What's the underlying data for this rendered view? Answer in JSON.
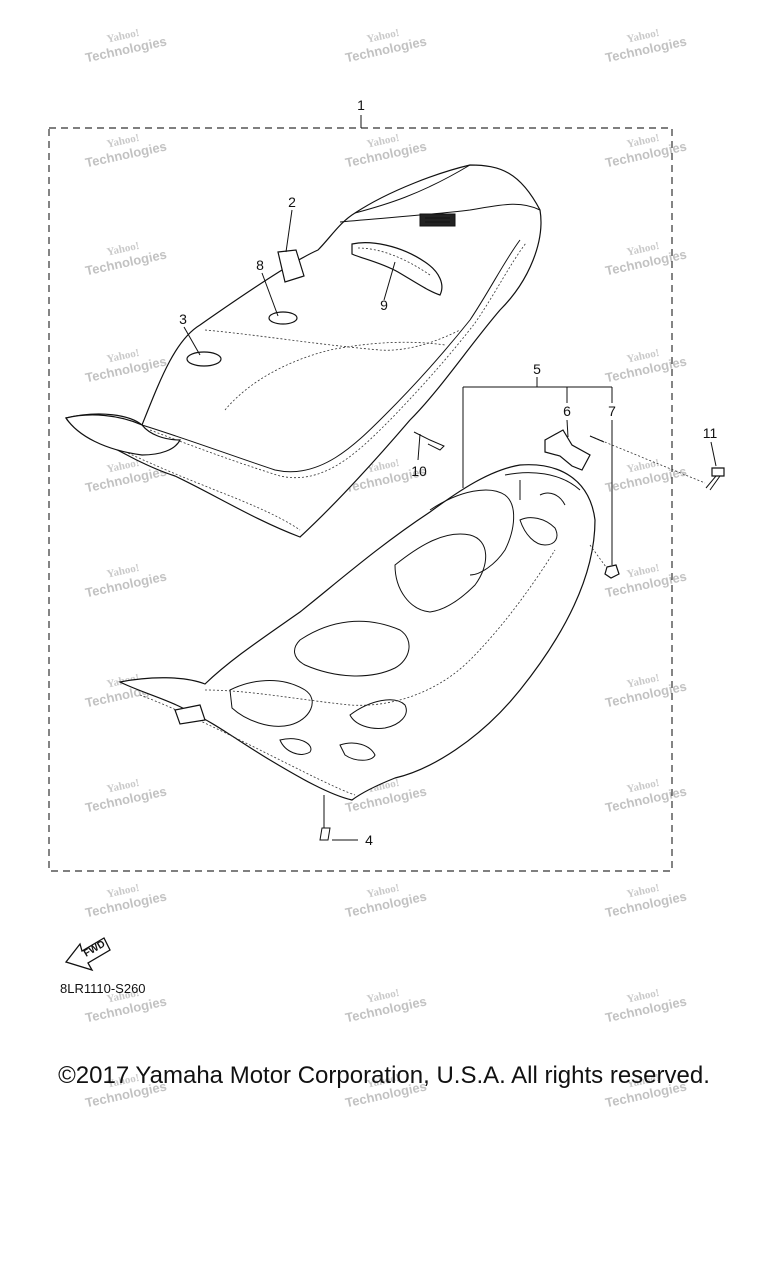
{
  "callouts": {
    "c1": "1",
    "c2": "2",
    "c3": "3",
    "c4": "4",
    "c5": "5",
    "c6": "6",
    "c7": "7",
    "c8": "8",
    "c9": "9",
    "c10": "10",
    "c11": "11"
  },
  "fwd_label": "FWD",
  "diagram_code": "8LR1110-S260",
  "copyright": "©2017 Yamaha Motor Corporation, U.S.A. All rights reserved.",
  "watermark": {
    "line1": "Yahoo!",
    "line2": "Technologies"
  }
}
